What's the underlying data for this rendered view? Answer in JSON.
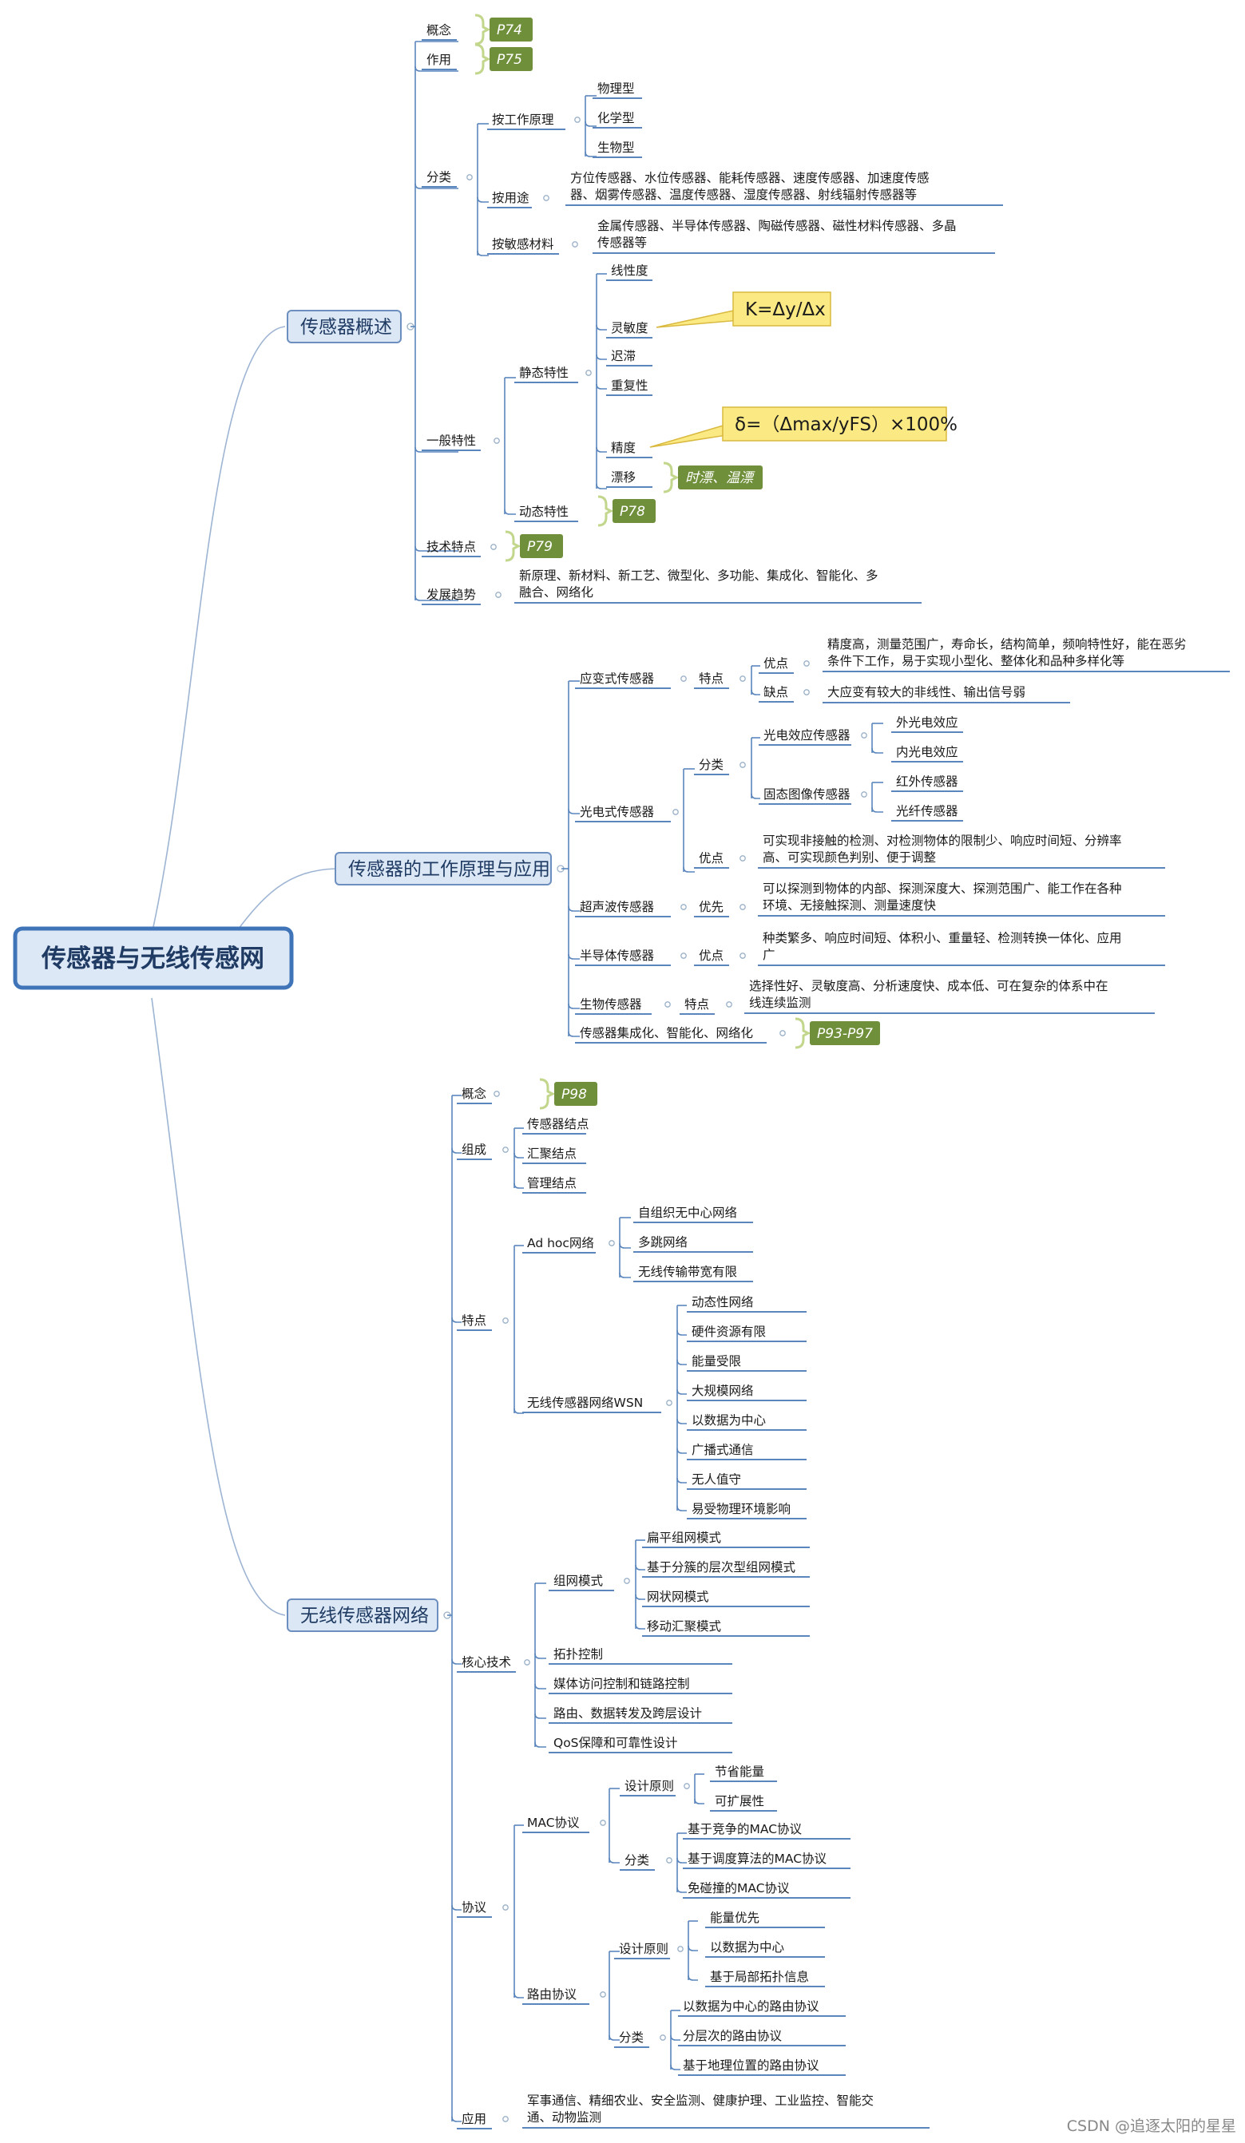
{
  "root": {
    "label": "传感器与无线传感网"
  },
  "branches": {
    "overview": {
      "label": "传感器概述",
      "concept": {
        "label": "概念",
        "note": "P74"
      },
      "effect": {
        "label": "作用",
        "note": "P75"
      },
      "classification": {
        "label": "分类",
        "principle": {
          "label": "按工作原理",
          "items": [
            "物理型",
            "化学型",
            "生物型"
          ]
        },
        "usage": {
          "label": "按用途",
          "lines": [
            "方位传感器、水位传感器、能耗传感器、速度传感器、加速度传感",
            "器、烟雾传感器、温度传感器、湿度传感器、射线辐射传感器等"
          ]
        },
        "material": {
          "label": "按敏感材料",
          "lines": [
            "金属传感器、半导体传感器、陶磁传感器、磁性材料传感器、多晶",
            "传感器等"
          ]
        }
      },
      "general": {
        "label": "一般特性",
        "static": {
          "label": "静态特性",
          "items": {
            "linearity": "线性度",
            "sensitivity": "灵敏度",
            "hysteresis": "迟滞",
            "repeatability": "重复性",
            "accuracy": "精度",
            "drift": "漂移"
          },
          "sensitivity_formula": "K=Δy/Δx",
          "accuracy_formula": "δ=（Δmax/yFS）×100%",
          "drift_note": "时漂、温漂"
        },
        "dynamic": {
          "label": "动态特性",
          "note": "P78"
        }
      },
      "tech": {
        "label": "技术特点",
        "note": "P79"
      },
      "trend": {
        "label": "发展趋势",
        "lines": [
          "新原理、新材料、新工艺、微型化、多功能、集成化、智能化、多",
          "融合、网络化"
        ]
      }
    },
    "principle_app": {
      "label": "传感器的工作原理与应用",
      "strain": {
        "label": "应变式传感器",
        "feature": "特点",
        "pros": {
          "label": "优点",
          "lines": [
            "精度高，测量范围广，寿命长，结构简单，频响特性好，能在恶劣",
            "条件下工作，易于实现小型化、整体化和品种多样化等"
          ]
        },
        "cons": {
          "label": "缺点",
          "text": "大应变有较大的非线性、输出信号弱"
        }
      },
      "photo": {
        "label": "光电式传感器",
        "classify": "分类",
        "effect_sensor": {
          "label": "光电效应传感器",
          "items": [
            "外光电效应",
            "内光电效应"
          ]
        },
        "image_sensor": {
          "label": "固态图像传感器",
          "items": [
            "红外传感器",
            "光纤传感器"
          ]
        },
        "pros": {
          "label": "优点",
          "lines": [
            "可实现非接触的检测、对检测物体的限制少、响应时间短、分辨率",
            "高、可实现颜色判别、便于调整"
          ]
        }
      },
      "ultrasonic": {
        "label": "超声波传感器",
        "pros": "优先",
        "lines": [
          "可以探测到物体的内部、探测深度大、探测范围广、能工作在各种",
          "环境、无接触探测、测量速度快"
        ]
      },
      "semiconductor": {
        "label": "半导体传感器",
        "pros": "优点",
        "lines": [
          "种类繁多、响应时间短、体积小、重量轻、检测转换一体化、应用",
          "广"
        ]
      },
      "bio": {
        "label": "生物传感器",
        "feature": "特点",
        "lines": [
          "选择性好、灵敏度高、分析速度快、成本低、可在复杂的体系中在",
          "线连续监测"
        ]
      },
      "integration": {
        "label": "传感器集成化、智能化、网络化",
        "note": "P93-P97"
      }
    },
    "wsn": {
      "label": "无线传感器网络",
      "concept": {
        "label": "概念",
        "note": "P98"
      },
      "composition": {
        "label": "组成",
        "items": [
          "传感器结点",
          "汇聚结点",
          "管理结点"
        ]
      },
      "features": {
        "label": "特点",
        "adhoc": {
          "label": "Ad hoc网络",
          "items": [
            "自组织无中心网络",
            "多跳网络",
            "无线传输带宽有限"
          ]
        },
        "wsn": {
          "label": "无线传感器网络WSN",
          "items": [
            "动态性网络",
            "硬件资源有限",
            "能量受限",
            "大规模网络",
            "以数据为中心",
            "广播式通信",
            "无人值守",
            "易受物理环境影响"
          ]
        }
      },
      "core": {
        "label": "核心技术",
        "mode": {
          "label": "组网模式",
          "items": [
            "扁平组网模式",
            "基于分簇的层次型组网模式",
            "网状网模式",
            "移动汇聚模式"
          ]
        },
        "others": [
          "拓扑控制",
          "媒体访问控制和链路控制",
          "路由、数据转发及跨层设计",
          "QoS保障和可靠性设计"
        ]
      },
      "protocol": {
        "label": "协议",
        "mac": {
          "label": "MAC协议",
          "design": {
            "label": "设计原则",
            "items": [
              "节省能量",
              "可扩展性"
            ]
          },
          "classify": {
            "label": "分类",
            "items": [
              "基于竞争的MAC协议",
              "基于调度算法的MAC协议",
              "免碰撞的MAC协议"
            ]
          }
        },
        "routing": {
          "label": "路由协议",
          "design": {
            "label": "设计原则",
            "items": [
              "能量优先",
              "以数据为中心",
              "基于局部拓扑信息"
            ]
          },
          "classify": {
            "label": "分类",
            "items": [
              "以数据为中心的路由协议",
              "分层次的路由协议",
              "基于地理位置的路由协议"
            ]
          }
        }
      },
      "app": {
        "label": "应用",
        "lines": [
          "军事通信、精细农业、安全监测、健康护理、工业监控、智能交",
          "通、动物监测"
        ]
      }
    }
  },
  "watermark": "CSDN @追逐太阳的星星",
  "colors": {
    "line": "#5a86bd",
    "connector": "#9db4d3",
    "collapse_dot": "#9ab0c8",
    "main_fill": "#dbe7f5",
    "main_border": "#6d8fbf",
    "root_fill": "#dde8f6",
    "root_border": "#3f74b8",
    "note_fill": "#6f8f3a",
    "bracket": "#c2d68c",
    "formula_fill": "#fbea84",
    "formula_border": "#d9b93f"
  }
}
